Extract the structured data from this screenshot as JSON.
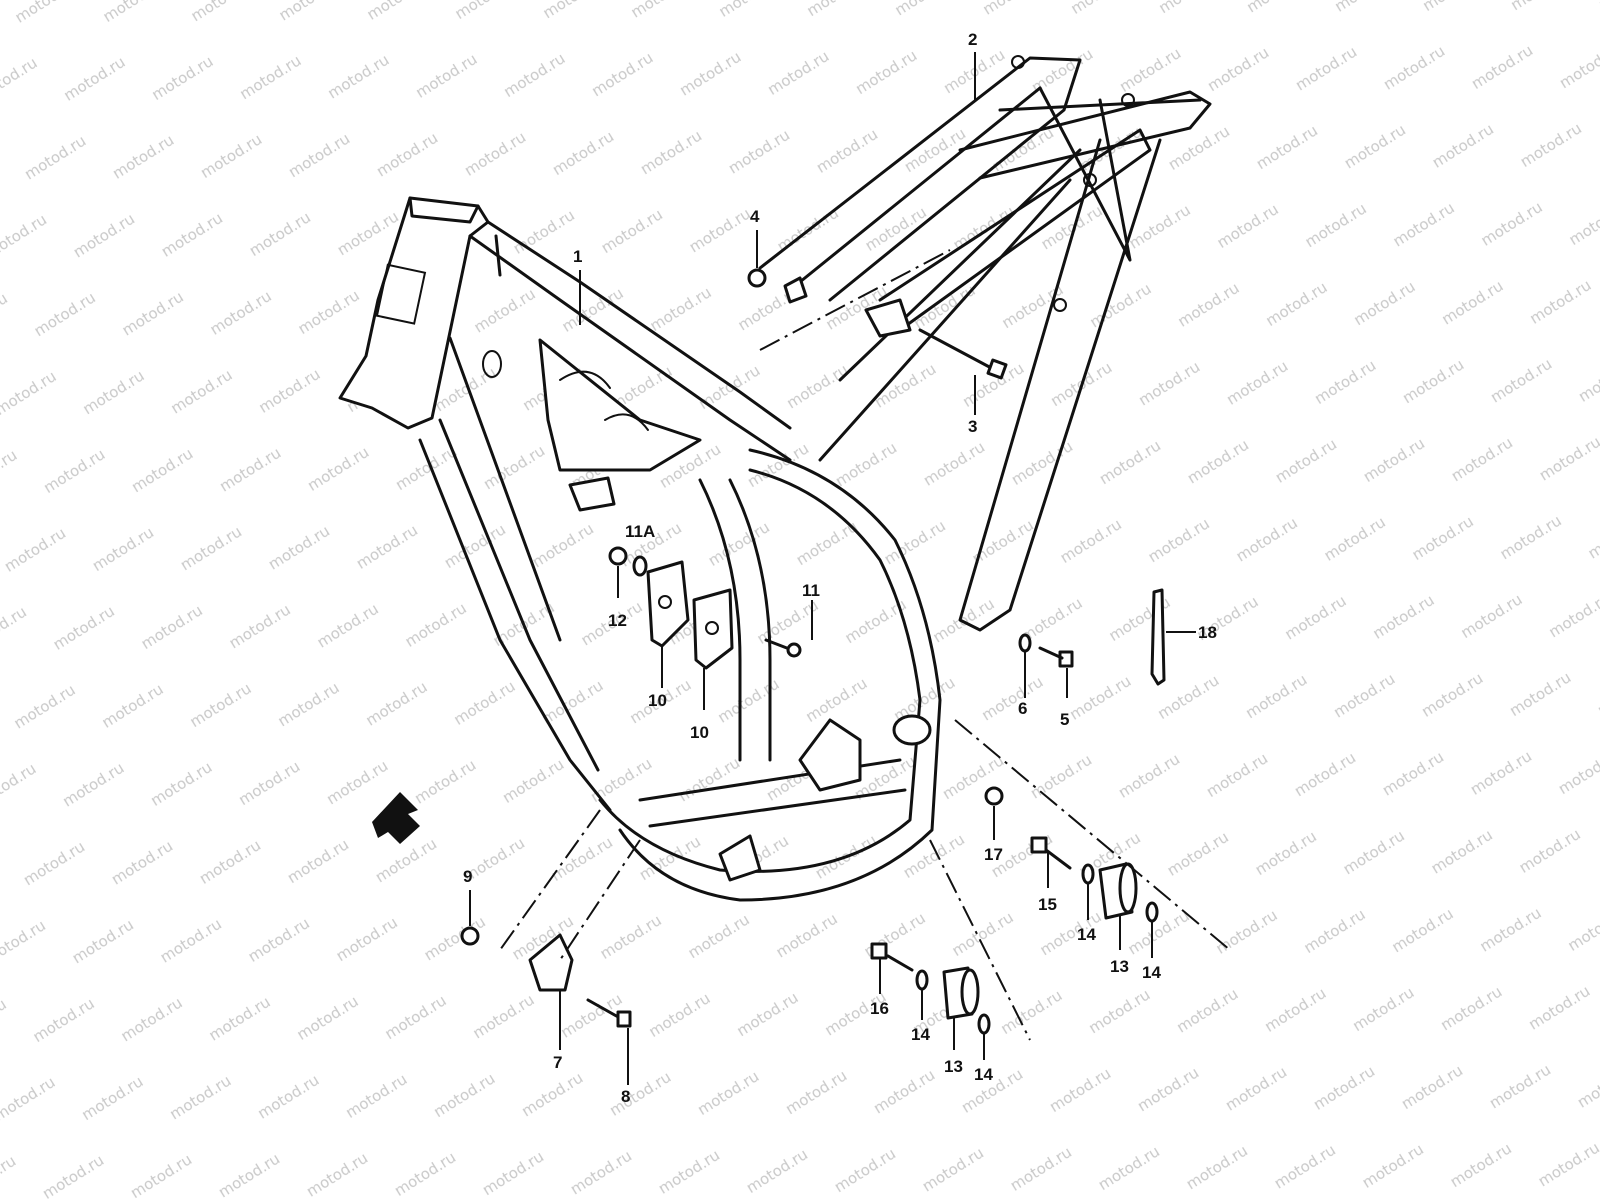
{
  "watermark": {
    "text": "motod.ru"
  },
  "diagram": {
    "callouts": [
      {
        "id": "c1",
        "label": "1"
      },
      {
        "id": "c2",
        "label": "2"
      },
      {
        "id": "c3",
        "label": "3"
      },
      {
        "id": "c4",
        "label": "4"
      },
      {
        "id": "c5",
        "label": "5"
      },
      {
        "id": "c6",
        "label": "6"
      },
      {
        "id": "c7",
        "label": "7"
      },
      {
        "id": "c8",
        "label": "8"
      },
      {
        "id": "c9",
        "label": "9"
      },
      {
        "id": "c10a",
        "label": "10"
      },
      {
        "id": "c10b",
        "label": "10"
      },
      {
        "id": "c11",
        "label": "11"
      },
      {
        "id": "c11a",
        "label": "11A"
      },
      {
        "id": "c12",
        "label": "12"
      },
      {
        "id": "c13a",
        "label": "13"
      },
      {
        "id": "c13b",
        "label": "13"
      },
      {
        "id": "c14a",
        "label": "14"
      },
      {
        "id": "c14b",
        "label": "14"
      },
      {
        "id": "c14c",
        "label": "14"
      },
      {
        "id": "c14d",
        "label": "14"
      },
      {
        "id": "c15",
        "label": "15"
      },
      {
        "id": "c16",
        "label": "16"
      },
      {
        "id": "c17",
        "label": "17"
      },
      {
        "id": "c18",
        "label": "18"
      }
    ],
    "front_arrow_icon": "front-direction-arrow-icon"
  }
}
